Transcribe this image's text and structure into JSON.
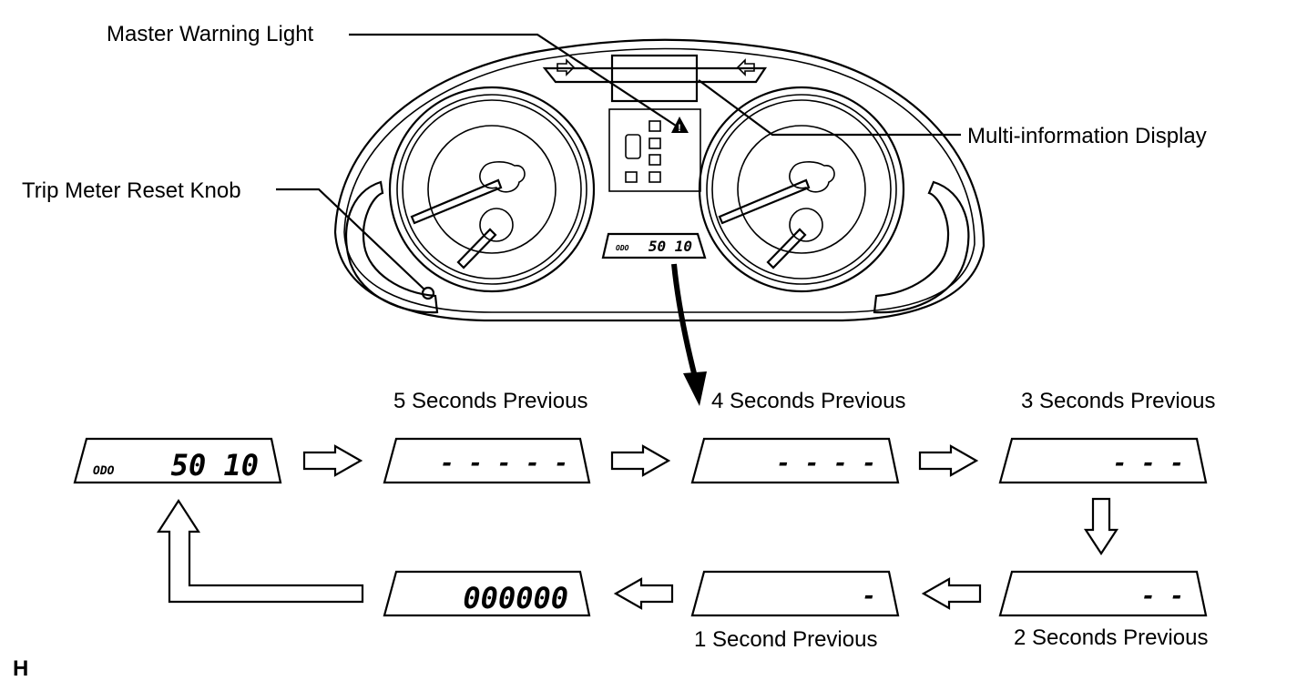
{
  "labels": {
    "master_warning": "Master Warning Light",
    "multi_info": "Multi-information Display",
    "trip_knob": "Trip Meter Reset Knob",
    "footer": "H"
  },
  "cluster_display": {
    "odo": "ODO",
    "value": "50 10"
  },
  "sequence": [
    {
      "caption": "",
      "display": "50 10",
      "odo": "ODO"
    },
    {
      "caption": "5 Seconds Previous",
      "display": "- - - - -"
    },
    {
      "caption": "4 Seconds Previous",
      "display": "- - - -"
    },
    {
      "caption": "3 Seconds Previous",
      "display": "- - -"
    },
    {
      "caption": "2 Seconds Previous",
      "display": "- -"
    },
    {
      "caption": "1 Second Previous",
      "display": "-"
    },
    {
      "caption": "",
      "display": "000000"
    }
  ]
}
